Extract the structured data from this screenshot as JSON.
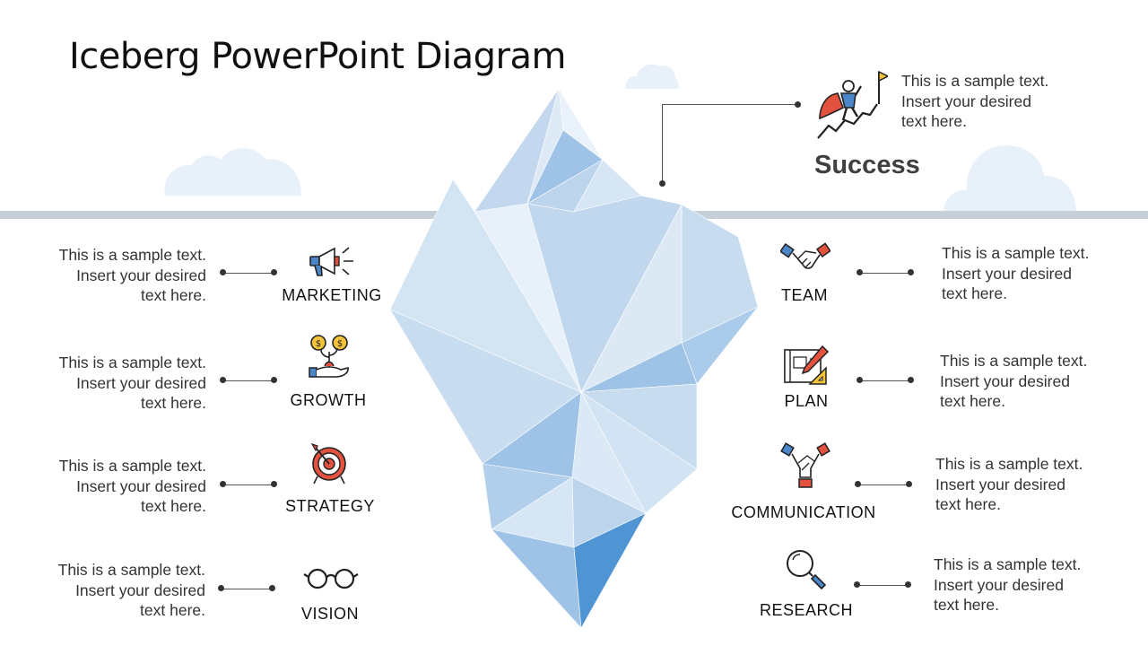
{
  "slide": {
    "title": "Iceberg PowerPoint Diagram",
    "colors": {
      "water_line": "#c6cfd8",
      "cloud": "#e8f1f9",
      "ice_light": "#dde9f5",
      "ice_mid": "#bcd4ec",
      "ice_dark": "#99bfe3",
      "ice_accent": "#4f95d4"
    },
    "top_item": {
      "label": "Success",
      "text": [
        "This is a sample text.",
        "Insert your desired",
        "text here."
      ],
      "icon": "hero-climbing-stairs-icon"
    },
    "left_items": [
      {
        "label": "MARKETING",
        "icon": "megaphone-icon",
        "text": [
          "This is a sample text.",
          "Insert your desired",
          "text here."
        ]
      },
      {
        "label": "GROWTH",
        "icon": "money-plant-hand-icon",
        "text": [
          "This is a sample text.",
          "Insert your desired",
          "text here."
        ]
      },
      {
        "label": "STRATEGY",
        "icon": "target-icon",
        "text": [
          "This is a sample text.",
          "Insert your desired",
          "text here."
        ]
      },
      {
        "label": "VISION",
        "icon": "glasses-icon",
        "text": [
          "This is a sample text.",
          "Insert your desired",
          "text here."
        ]
      }
    ],
    "right_items": [
      {
        "label": "TEAM",
        "icon": "handshake-icon",
        "text": [
          "This is a sample text.",
          "Insert your desired",
          "text here."
        ]
      },
      {
        "label": "PLAN",
        "icon": "blueprint-pencil-icon",
        "text": [
          "This is a sample text.",
          "Insert your desired",
          "text here."
        ]
      },
      {
        "label": "COMMUNICATION",
        "icon": "hands-together-icon",
        "text": [
          "This is a sample text.",
          "Insert your desired",
          "text here."
        ]
      },
      {
        "label": "RESEARCH",
        "icon": "magnifier-icon",
        "text": [
          "This is a sample text.",
          "Insert your desired",
          "text here."
        ]
      }
    ]
  }
}
